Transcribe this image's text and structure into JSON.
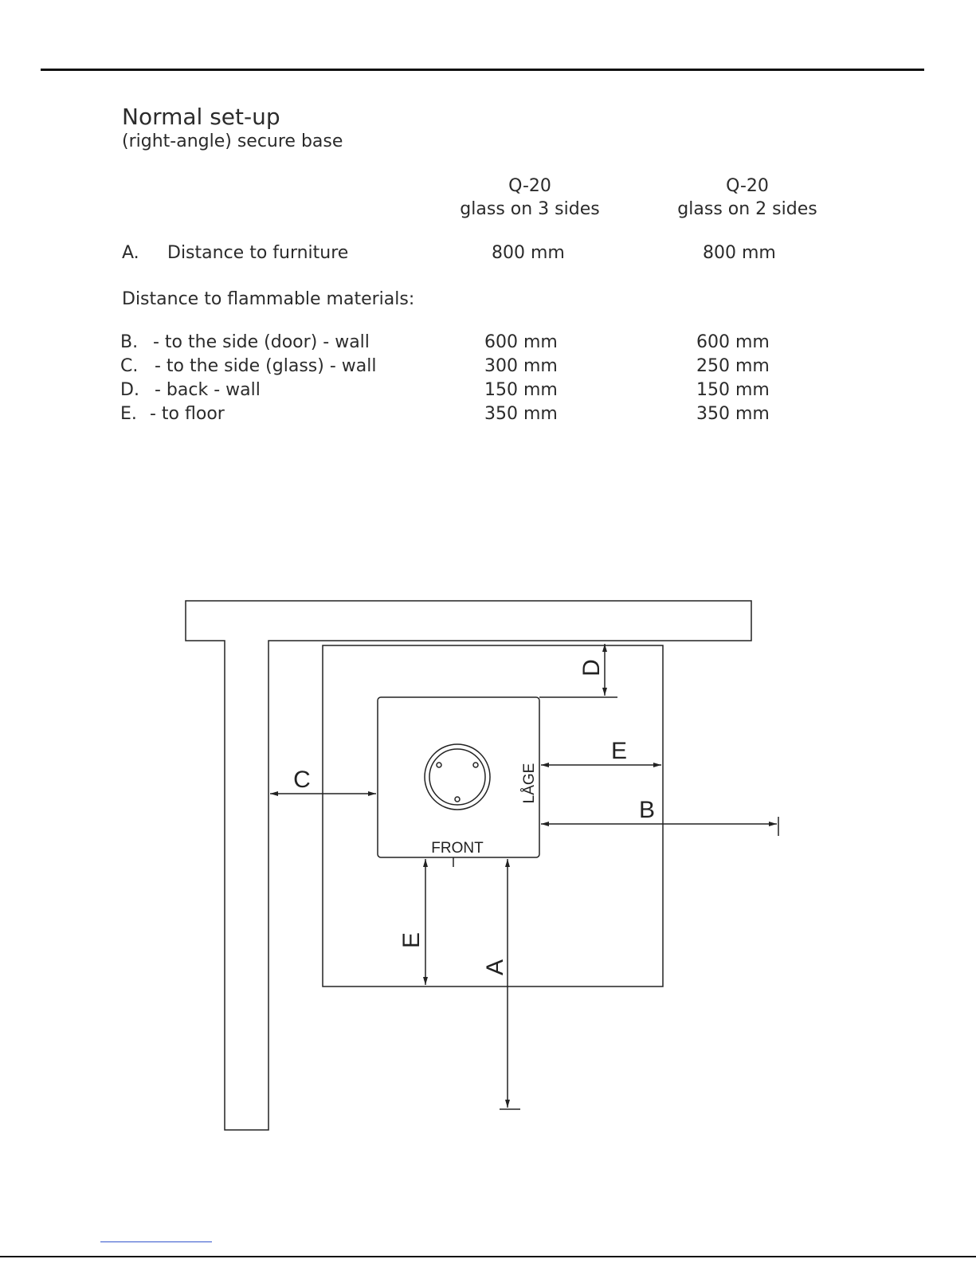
{
  "header": {
    "title": "Normal set-up",
    "subtitle": "(right-angle) secure base"
  },
  "columns": [
    {
      "model": "Q-20",
      "variant": "glass on 3 sides"
    },
    {
      "model": "Q-20",
      "variant": "glass on 2 sides"
    }
  ],
  "furniture": {
    "letter": "A.",
    "label": "Distance to furniture",
    "values": [
      "800 mm",
      "800 mm"
    ]
  },
  "flammable_heading": "Distance to flammable materials:",
  "rows": [
    {
      "letter": "B.",
      "label": "- to the side (door) - wall",
      "values": [
        "600 mm",
        "600 mm"
      ]
    },
    {
      "letter": "C.",
      "label": "- to the side (glass) - wall",
      "values": [
        "300 mm",
        "250 mm"
      ]
    },
    {
      "letter": "D.",
      "label": "- back - wall",
      "values": [
        "150 mm",
        "150 mm"
      ]
    },
    {
      "letter": "E.",
      "label": "- to floor",
      "values": [
        "350 mm",
        "350 mm"
      ]
    }
  ],
  "diagram": {
    "label_a": "A",
    "label_b": "B",
    "label_c": "C",
    "label_d": "D",
    "label_e_side": "E",
    "label_e_front": "E",
    "front_text": "FRONT",
    "door_text": "LÅGE"
  }
}
